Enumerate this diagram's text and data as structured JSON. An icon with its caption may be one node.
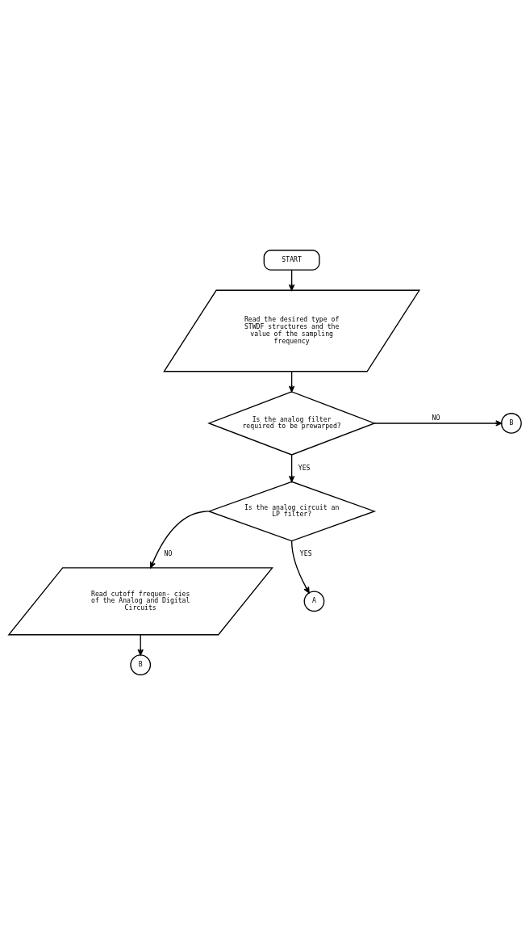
{
  "diagram": {
    "nodes": [
      {
        "text": [
          "START"
        ]
      },
      {
        "text": [
          "Read the desired type of STWDF structures and the value of the sampling frequency"
        ]
      },
      {
        "text": [
          "Is the analog filter required to be prewarped?"
        ]
      },
      {
        "text": [
          "B"
        ]
      },
      {
        "text": [
          "Is the analog circuit an LP filter?"
        ]
      },
      {
        "text": [
          "Read cutoff frequen- cies of the Analog and Digital Circuits"
        ]
      },
      {
        "text": [
          "A"
        ]
      },
      {
        "text": [
          "B"
        ]
      }
    ],
    "edges": [
      {
        "from": 0,
        "to": 1,
        "arrow": "to"
      },
      {
        "from": 1,
        "to": 2,
        "arrow": "to"
      },
      {
        "from": 2,
        "to": 3,
        "arrow": "to",
        "label": "NO"
      },
      {
        "from": 2,
        "to": 4,
        "arrow": "to",
        "label": "YES"
      },
      {
        "from": 4,
        "to": 5,
        "arrow": "to",
        "label": "NO"
      },
      {
        "from": 4,
        "to": 6,
        "arrow": "to",
        "label": "YES"
      },
      {
        "from": 5,
        "to": 7,
        "arrow": "to"
      }
    ]
  }
}
